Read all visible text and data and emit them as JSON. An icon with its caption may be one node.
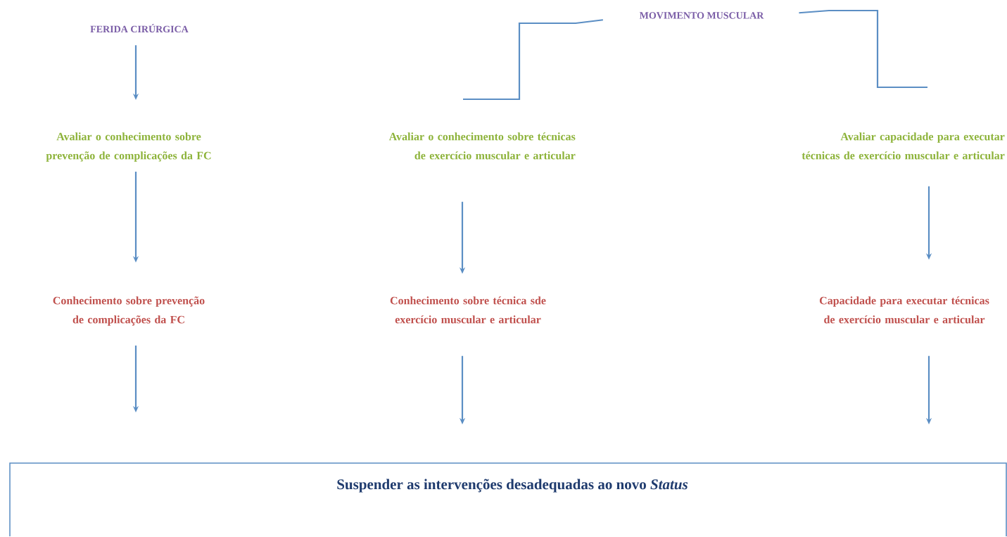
{
  "diagram": {
    "nodes": [
      {
        "text": [
          "FERIDA CIRÚRGICA"
        ]
      },
      {
        "text": [
          "MOVIMENTO MUSCULAR"
        ]
      },
      {
        "text": [
          "Avaliar o conhecimento sobre prevenção de complicações da FC"
        ]
      },
      {
        "text": [
          "Avaliar o conhecimento sobre técnicas de exercício muscular e articular"
        ]
      },
      {
        "text": [
          "Avaliar capacidade para executar técnicas de exercício muscular e articular"
        ]
      },
      {
        "text": [
          "Conhecimento sobre prevenção de complicações da FC"
        ]
      },
      {
        "text": [
          "Conhecimento sobre técnica sde exercício muscular e articular"
        ]
      },
      {
        "text": [
          "Capacidade para executar técnicas de exercício muscular e articular"
        ]
      },
      {
        "text": [
          "Suspender as intervenções desadequadas ao novo *Status*"
        ]
      }
    ],
    "edges": [
      {
        "from": 0,
        "to": 2,
        "arrow": "to"
      },
      {
        "from": 1,
        "to": 3,
        "arrow": "none"
      },
      {
        "from": 1,
        "to": 4,
        "arrow": "none"
      },
      {
        "from": 2,
        "to": 5,
        "arrow": "to"
      },
      {
        "from": 3,
        "to": 6,
        "arrow": "to"
      },
      {
        "from": 4,
        "to": 7,
        "arrow": "to"
      },
      {
        "from": 5,
        "to": 8,
        "arrow": "to"
      },
      {
        "from": 6,
        "to": 8,
        "arrow": "to"
      },
      {
        "from": 7,
        "to": 8,
        "arrow": "to"
      }
    ]
  }
}
